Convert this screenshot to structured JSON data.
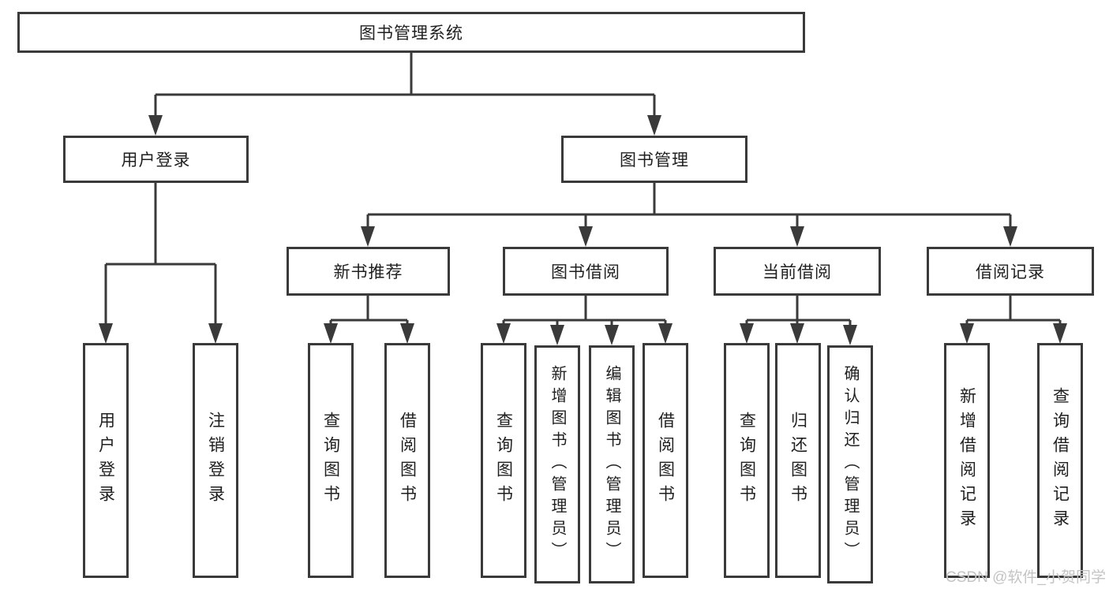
{
  "tree": {
    "label": "图书管理系统",
    "children": [
      {
        "label": "用户登录",
        "children": [
          {
            "label": "用户登录"
          },
          {
            "label": "注销登录"
          }
        ]
      },
      {
        "label": "图书管理",
        "children": [
          {
            "label": "新书推荐",
            "children": [
              {
                "label": "查询图书"
              },
              {
                "label": "借阅图书"
              }
            ]
          },
          {
            "label": "图书借阅",
            "children": [
              {
                "label": "查询图书"
              },
              {
                "label": "新增图书（管理员）"
              },
              {
                "label": "编辑图书（管理员）"
              },
              {
                "label": "借阅图书"
              }
            ]
          },
          {
            "label": "当前借阅",
            "children": [
              {
                "label": "查询图书"
              },
              {
                "label": "归还图书"
              },
              {
                "label": "确认归还（管理员）"
              }
            ]
          },
          {
            "label": "借阅记录",
            "children": [
              {
                "label": "新增借阅记录"
              },
              {
                "label": "查询借阅记录"
              }
            ]
          }
        ]
      }
    ]
  },
  "watermark": {
    "text": "CSDN @软件_小贺同学"
  },
  "colors": {
    "line": "#3a3a3a",
    "text": "#1f1f1f",
    "watermark": "#c4c4c4",
    "background": "#ffffff"
  }
}
